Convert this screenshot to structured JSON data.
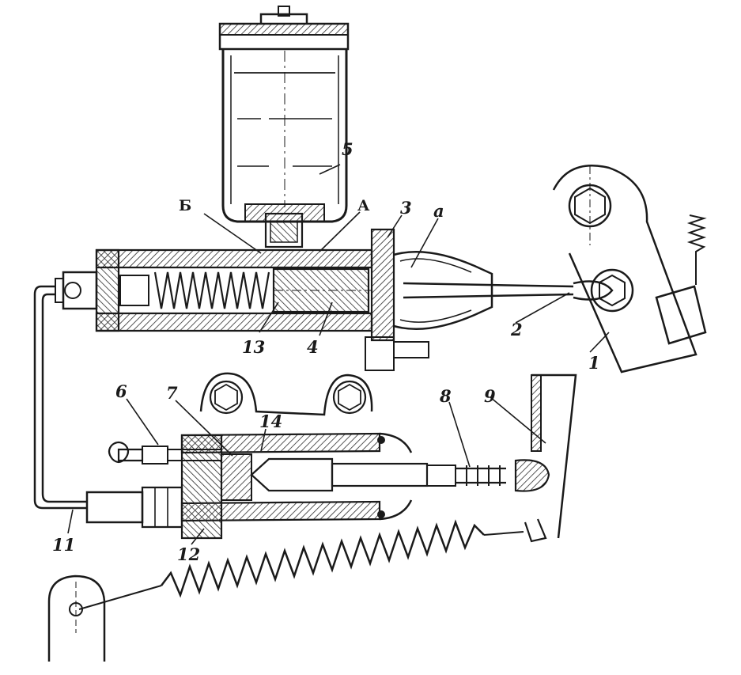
{
  "diagram": {
    "labels": {
      "l1": "1",
      "l2": "2",
      "l3": "3",
      "l4": "4",
      "l5": "5",
      "l6": "6",
      "l7": "7",
      "l8": "8",
      "l9": "9",
      "l11": "11",
      "l12": "12",
      "l13": "13",
      "l14": "14",
      "lA": "А",
      "lB": "Б",
      "la": "а"
    },
    "colors": {
      "ink": "#1a1a1a",
      "hatch": "#2a2a2a",
      "paper": "#ffffff"
    }
  }
}
